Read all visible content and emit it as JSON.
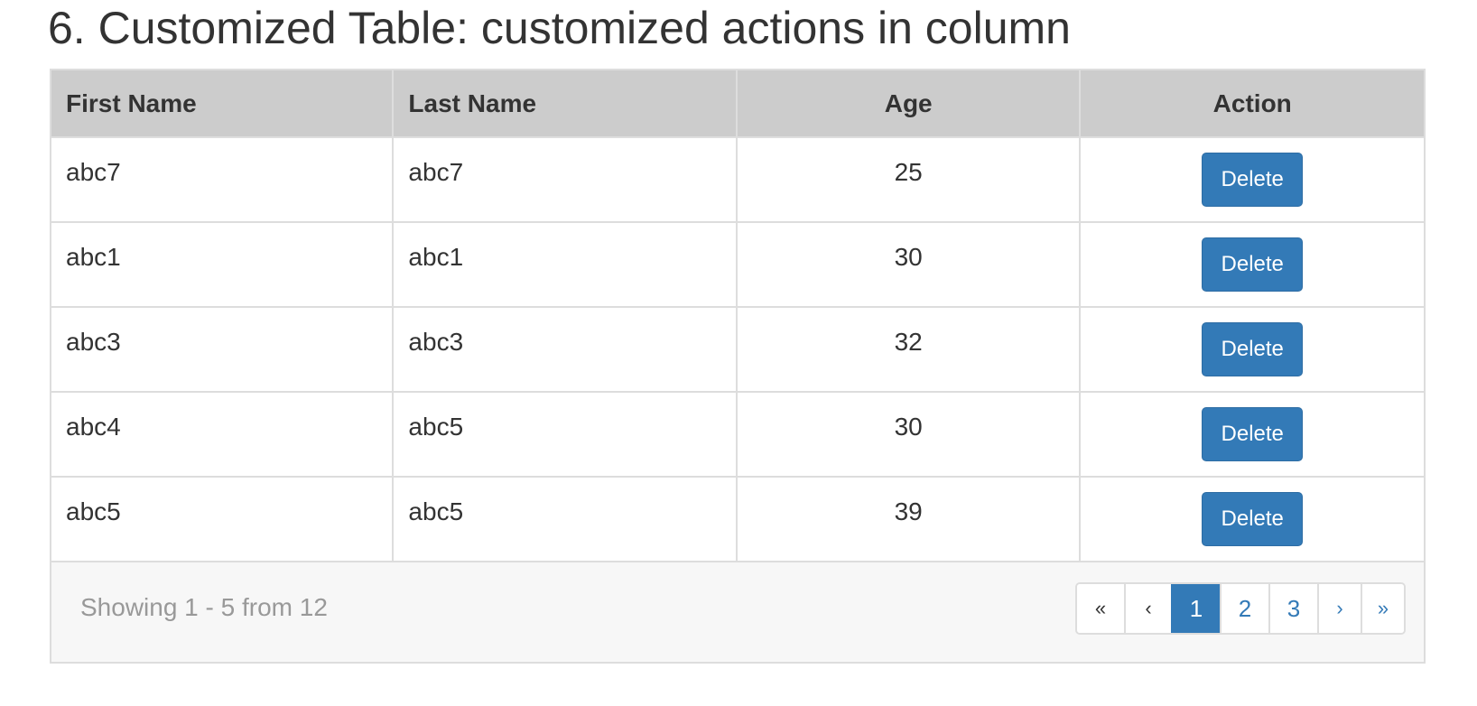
{
  "page_title": "6. Customized Table: customized actions in column",
  "table": {
    "headers": {
      "first_name": "First Name",
      "last_name": "Last Name",
      "age": "Age",
      "action": "Action"
    },
    "rows": [
      {
        "first_name": "abc7",
        "last_name": "abc7",
        "age": "25",
        "action_label": "Delete"
      },
      {
        "first_name": "abc1",
        "last_name": "abc1",
        "age": "30",
        "action_label": "Delete"
      },
      {
        "first_name": "abc3",
        "last_name": "abc3",
        "age": "32",
        "action_label": "Delete"
      },
      {
        "first_name": "abc4",
        "last_name": "abc5",
        "age": "30",
        "action_label": "Delete"
      },
      {
        "first_name": "abc5",
        "last_name": "abc5",
        "age": "39",
        "action_label": "Delete"
      }
    ]
  },
  "footer": {
    "showing_text": "Showing 1 - 5 from 12",
    "pagination": {
      "first": "«",
      "prev": "‹",
      "pages": [
        "1",
        "2",
        "3"
      ],
      "active_page": "1",
      "next": "›",
      "last": "»"
    }
  },
  "colors": {
    "primary": "#337ab7",
    "header_bg": "#cccccc",
    "footer_bg": "#f7f7f7",
    "border": "#dddddd",
    "muted_text": "#999999"
  }
}
